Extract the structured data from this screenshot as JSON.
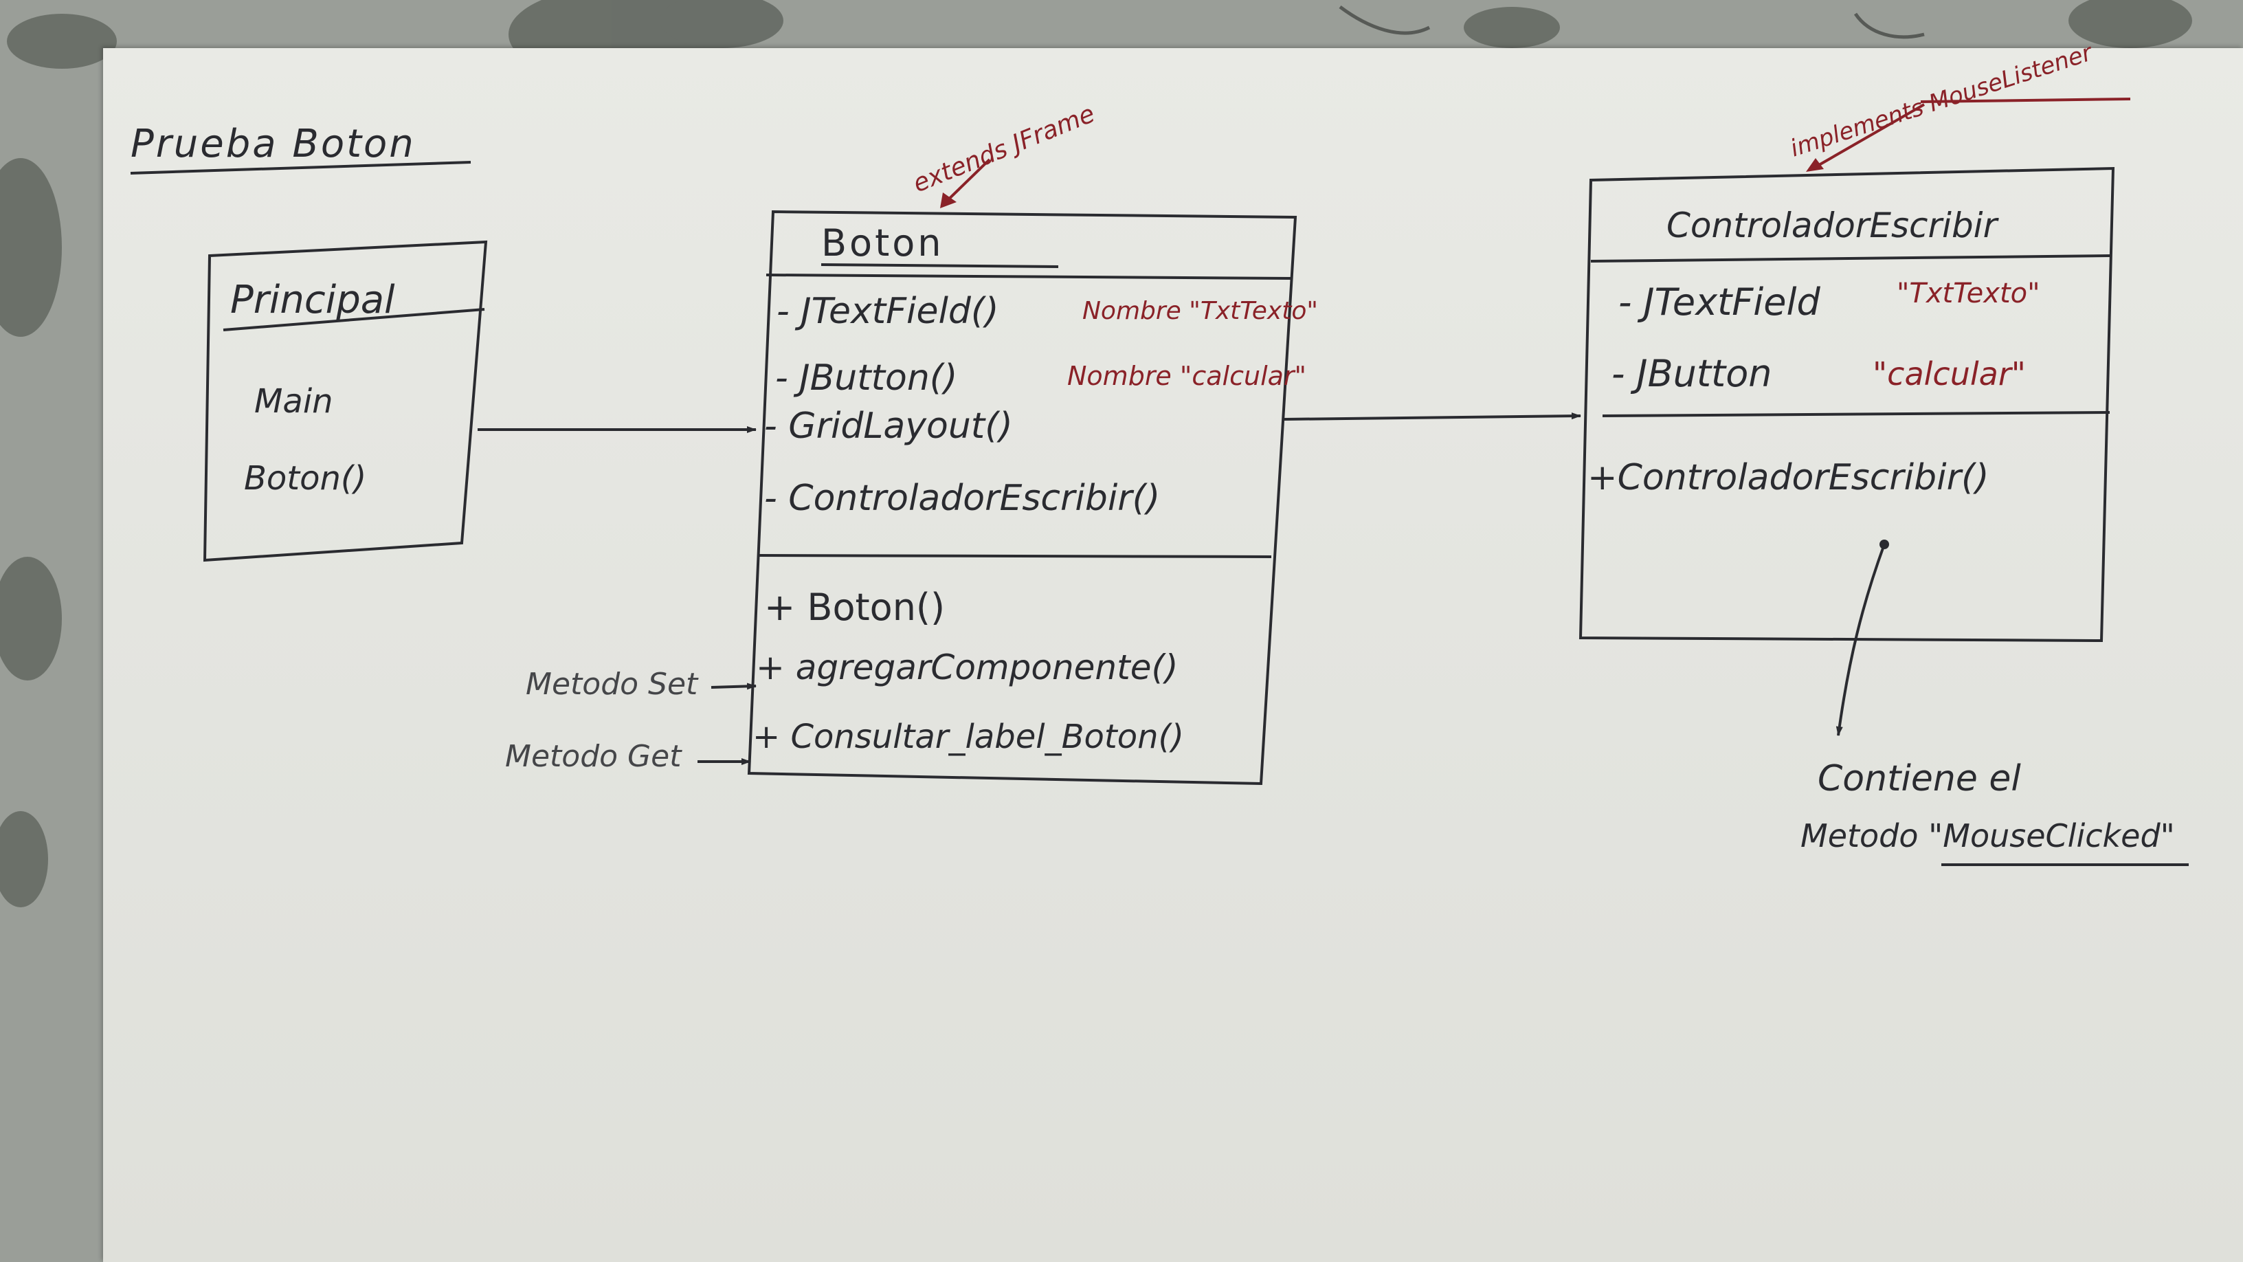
{
  "diagram_title": "Prueba Boton",
  "classes": {
    "principal": {
      "name": "Principal",
      "members": [
        "Main",
        "Boton()"
      ]
    },
    "boton": {
      "name": "Boton",
      "stereotype": "extends JFrame",
      "attributes": [
        {
          "text": "- JTextField()",
          "note": "Nombre \"TxtTexto\""
        },
        {
          "text": "- JButton()",
          "note": "Nombre \"calcular\""
        },
        {
          "text": "- GridLayout()"
        },
        {
          "text": "- ControladorEscribir()"
        }
      ],
      "methods": [
        {
          "text": "+ Boton()"
        },
        {
          "text": "+ agregarComponente()",
          "note": "Metodo Set"
        },
        {
          "text": "+ Consultar_label_Boton()",
          "note": "Metodo Get"
        }
      ]
    },
    "controlador": {
      "name": "ControladorEscribir",
      "stereotype": "implements MouseListener",
      "attributes": [
        {
          "text": "- JTextField",
          "note": "\"TxtTexto\""
        },
        {
          "text": "- JButton",
          "note": "\"calcular\""
        }
      ],
      "methods": [
        {
          "text": "+ControladorEscribir()"
        }
      ]
    }
  },
  "annotations": {
    "contiene_line1": "Contiene el",
    "contiene_line2_prefix": "Metodo ",
    "contiene_line2_method": "\"MouseClicked\""
  },
  "colors": {
    "ink": "#2a2b30",
    "red_ink": "#8a2228",
    "paper": "#e6e7e2",
    "backdrop": "#8d918c"
  }
}
